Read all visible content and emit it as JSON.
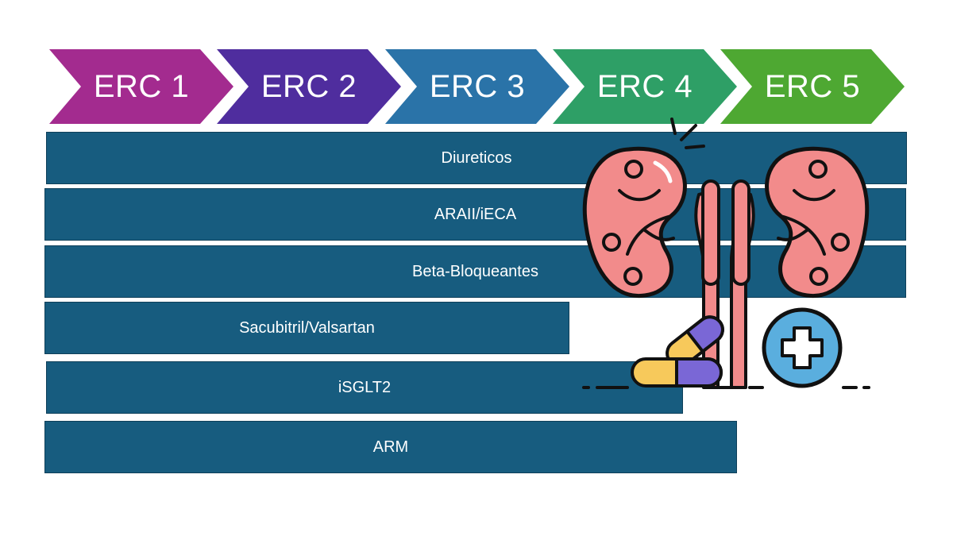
{
  "stages": [
    {
      "label": "ERC 1",
      "color": "#a32b8f"
    },
    {
      "label": "ERC 2",
      "color": "#4f2d9e"
    },
    {
      "label": "ERC 3",
      "color": "#2a73a8"
    },
    {
      "label": "ERC 4",
      "color": "#2e9f66"
    },
    {
      "label": "ERC 5",
      "color": "#4ea832"
    }
  ],
  "treatments": [
    {
      "label": "Diureticos"
    },
    {
      "label": "ARAII/iECA"
    },
    {
      "label": "Beta-Bloqueantes"
    },
    {
      "label": "Sacubitril/Valsartan"
    },
    {
      "label": "iSGLT2"
    },
    {
      "label": "ARM"
    }
  ],
  "colors": {
    "bar_fill": "#175c7f",
    "kidney": "#f28b8b",
    "outline": "#111111",
    "pill_purple": "#7a67d6",
    "pill_yellow": "#f7c95b",
    "medical_badge": "#5aaede"
  },
  "icons": [
    "kidneys-icon",
    "capsule-icon",
    "medical-cross-icon"
  ]
}
